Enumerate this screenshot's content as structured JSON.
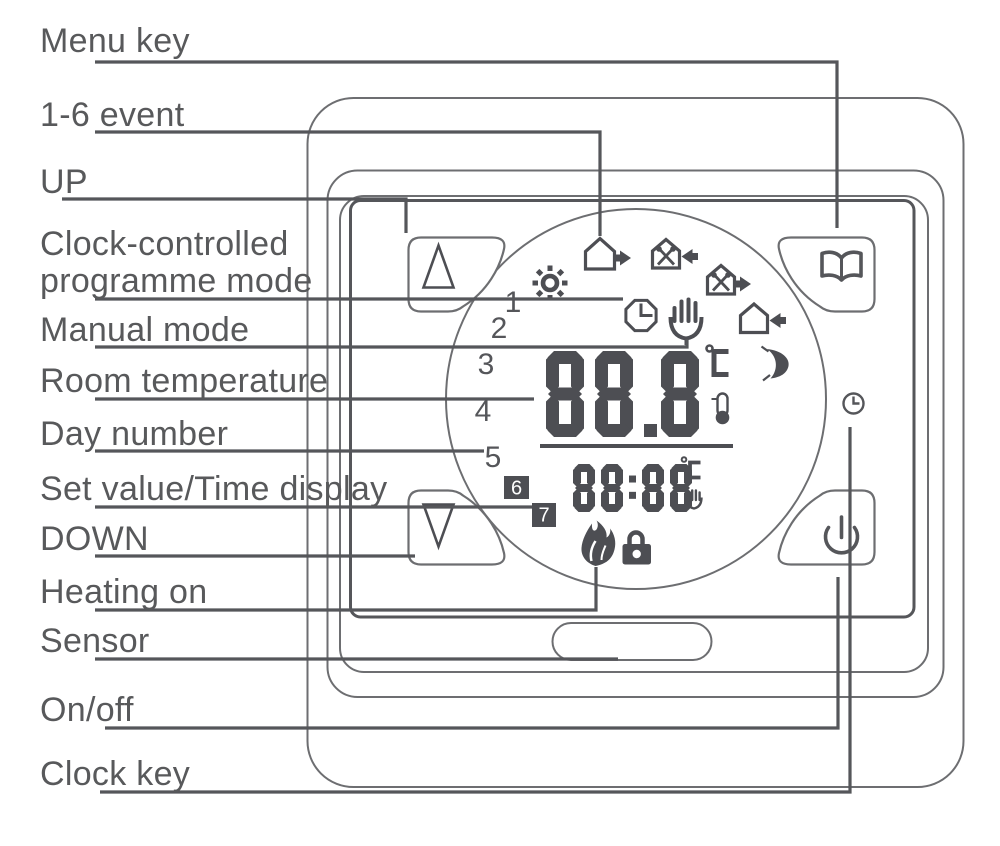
{
  "callouts": {
    "menu_key": "Menu key",
    "event_1_6": "1-6 event",
    "up": "UP",
    "clock_programme_line1": "Clock-controlled",
    "clock_programme_line2": "programme mode",
    "manual_mode": "Manual mode",
    "room_temperature": "Room temperature",
    "day_number": "Day number",
    "set_value_time": "Set value/Time display",
    "down": "DOWN",
    "heating_on": "Heating on",
    "sensor": "Sensor",
    "on_off": "On/off",
    "clock_key": "Clock key"
  },
  "display": {
    "main_value": "88.8",
    "main_unit": "°C",
    "sub_value": "88:88",
    "sub_unit": "°C",
    "days": [
      "1",
      "2",
      "3",
      "4",
      "5",
      "6",
      "7"
    ]
  },
  "icons": [
    "up-arrow-icon",
    "menu-book-icon",
    "down-arrow-icon",
    "power-icon",
    "sun-icon",
    "house-leave-icon",
    "house-dinner-return-icon",
    "house-dinner-leave-icon",
    "house-return-icon",
    "clock-programme-icon",
    "manual-hand-icon",
    "moon-night-icon",
    "celsius-icon",
    "thermometer-icon",
    "heating-flame-icon",
    "lock-icon",
    "sub-celsius-icon",
    "sub-hand-icon",
    "clock-key-icon",
    "sensor-window"
  ],
  "colors": {
    "outline": "#6d6e71",
    "callout": "#58595b",
    "lcd": "#4d4e53",
    "label_text": "#58595b"
  }
}
